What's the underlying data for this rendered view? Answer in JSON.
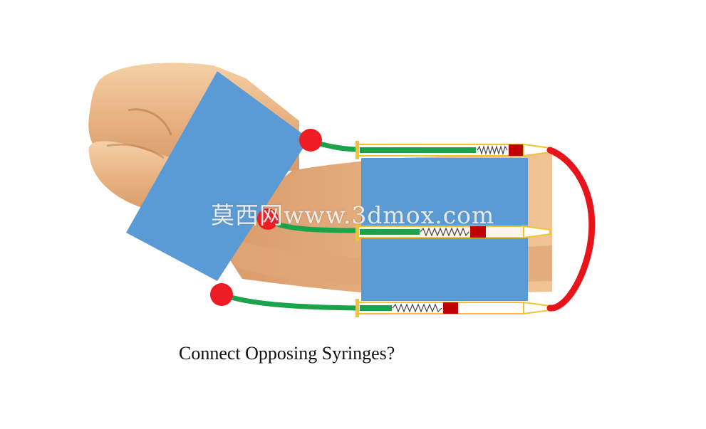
{
  "caption": "Connect Opposing Syringes?",
  "watermark": "莫西网www.3dmox.com",
  "colors": {
    "background": "#ffffff",
    "skin_light": "#f2c79a",
    "skin_mid": "#e3ac7a",
    "skin_dark": "#c98a5b",
    "block": "#5b9bd5",
    "joint_dot": "#ee1c24",
    "tube": "#1aa34a",
    "syringe_outline": "#f2c230",
    "plunger": "#c00000",
    "spring": "#444444",
    "connector": "#e8141c"
  },
  "syringes": [
    {
      "name": "top-syringe"
    },
    {
      "name": "middle-syringe"
    },
    {
      "name": "bottom-syringe"
    }
  ]
}
